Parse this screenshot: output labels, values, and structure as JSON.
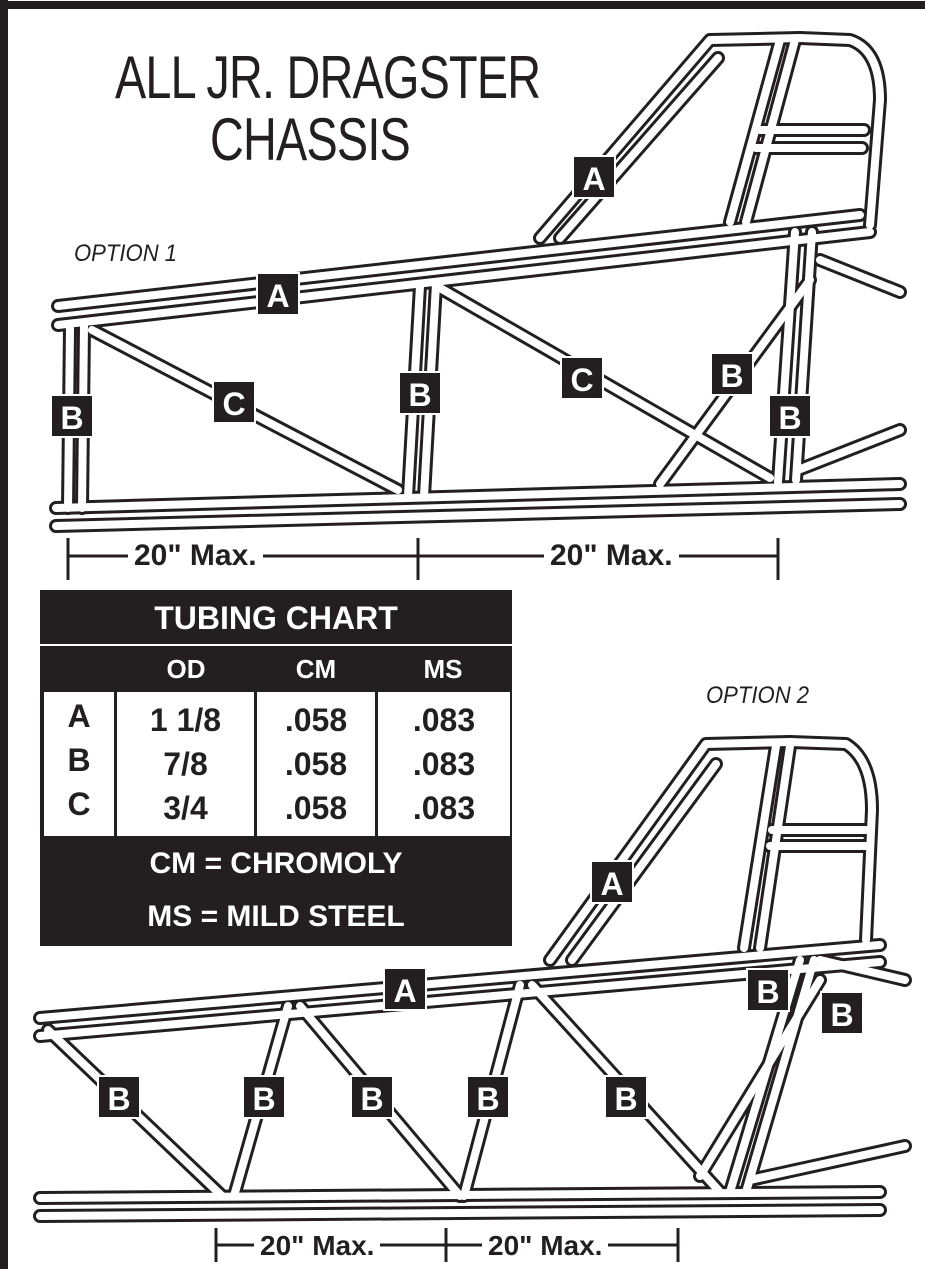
{
  "title": {
    "line1": "ALL JR. DRAGSTER",
    "line2": "CHASSIS"
  },
  "option1": {
    "label": "OPTION 1",
    "dimensions": [
      "20\" Max.",
      "20\" Max."
    ],
    "tags": [
      "A",
      "A",
      "B",
      "C",
      "B",
      "C",
      "B",
      "B"
    ]
  },
  "option2": {
    "label": "OPTION 2",
    "dimensions": [
      "20\" Max.",
      "20\" Max."
    ],
    "tags": [
      "A",
      "A",
      "B",
      "B",
      "B",
      "B",
      "B",
      "B",
      "B"
    ]
  },
  "tubing_chart": {
    "title": "TUBING CHART",
    "headers": [
      "",
      "OD",
      "CM",
      "MS"
    ],
    "rows": [
      {
        "tube": "A",
        "od": "1 1/8",
        "cm": ".058",
        "ms": ".083"
      },
      {
        "tube": "B",
        "od": "7/8",
        "cm": ".058",
        "ms": ".083"
      },
      {
        "tube": "C",
        "od": "3/4",
        "cm": ".058",
        "ms": ".083"
      }
    ],
    "legend": [
      "CM = CHROMOLY",
      "MS = MILD STEEL"
    ]
  },
  "colors": {
    "ink": "#231f20",
    "paper": "#ffffff"
  }
}
